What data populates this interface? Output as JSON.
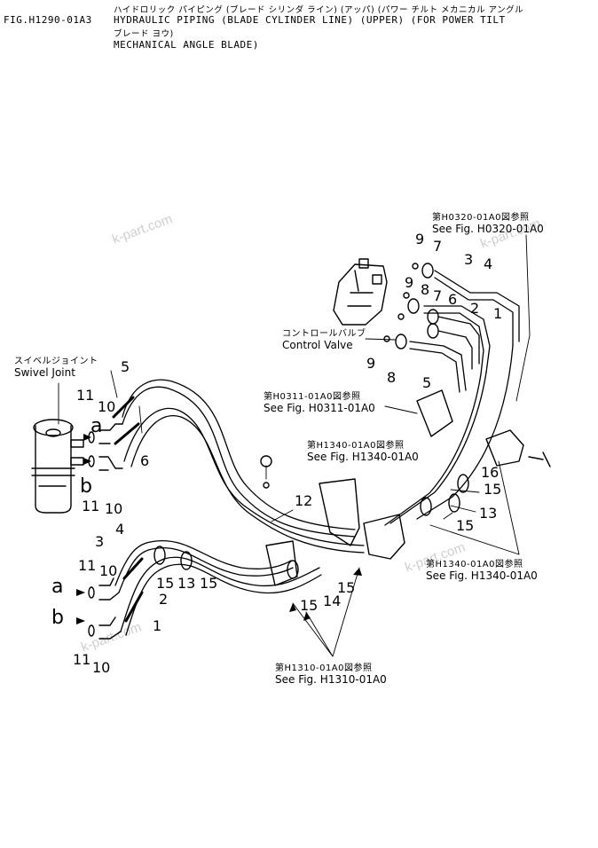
{
  "header": {
    "fig_no": "FIG.H1290-01A3",
    "jp_title": "ハイドロリック パイピング (ブレード シリンダ ライン) (アッパ) (パワー チルト メカニカル アングル",
    "en_title_1": "HYDRAULIC PIPING (BLADE CYLINDER LINE) (UPPER) (FOR POWER TILT",
    "jp_title_2": "ブレード ヨウ)",
    "en_title_2": "MECHANICAL ANGLE BLADE)"
  },
  "refs": {
    "h0320": {
      "jp": "第H0320-01A0図参照",
      "en": "See Fig. H0320-01A0"
    },
    "h0311": {
      "jp": "第H0311-01A0図参照",
      "en": "See Fig. H0311-01A0"
    },
    "h1340_top": {
      "jp": "第H1340-01A0図参照",
      "en": "See Fig. H1340-01A0"
    },
    "h1340_right": {
      "jp": "第H1340-01A0図参照",
      "en": "See Fig. H1340-01A0"
    },
    "h1310": {
      "jp": "第H1310-01A0図参照",
      "en": "See Fig. H1310-01A0"
    },
    "control_valve": {
      "jp": "コントロールバルブ",
      "en": "Control Valve"
    },
    "swivel_joint": {
      "jp": "スイベルジョイント",
      "en": "Swivel Joint"
    }
  },
  "connection_marks": {
    "a": "a",
    "b": "b"
  },
  "part_numbers": {
    "p9a": "9",
    "p7a": "7",
    "p3a": "3",
    "p4a": "4",
    "p9b": "9",
    "p8a": "8",
    "p7b": "7",
    "p6a": "6",
    "p2a": "2",
    "p1a": "1",
    "p9c": "9",
    "p8b": "8",
    "p5a": "5",
    "p5b": "5",
    "p11a": "11",
    "p10a": "10",
    "p6b": "6",
    "p11b": "11",
    "p10b": "10",
    "p12": "12",
    "p16": "16",
    "p15a": "15",
    "p13a": "13",
    "p15b": "15",
    "p3b": "3",
    "p4b": "4",
    "p11c": "11",
    "p10c": "10",
    "p2b": "2",
    "p1b": "1",
    "p11d": "11",
    "p10d": "10",
    "p15c": "15",
    "p13b": "13",
    "p15d": "15",
    "p15e": "15",
    "p14": "14",
    "p15f": "15"
  },
  "watermark": "k-part.com"
}
